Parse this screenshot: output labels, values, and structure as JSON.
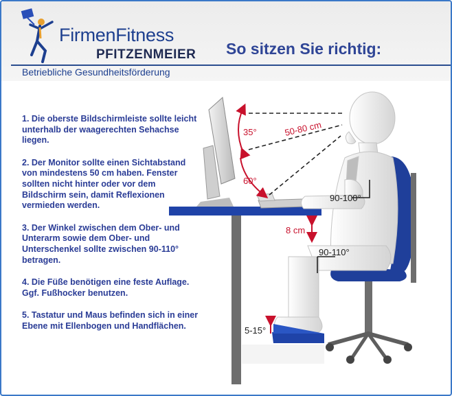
{
  "brand": {
    "name": "FirmenFitness",
    "subname": "PFITZENMEIER",
    "tagline": "Betriebliche Gesundheitsförderung"
  },
  "headline": "So sitzen Sie richtig:",
  "instructions": [
    "1. Die oberste Bildschirmleiste sollte leicht unterhalb der waagerechten Sehachse liegen.",
    "2. Der Monitor sollte einen Sichtabstand von mindestens 50 cm haben. Fenster sollten nicht hinter oder vor dem Bildschirm sein, damit Reflexionen vermieden werden.",
    "3. Der Winkel zwischen dem Ober- und Unterarm sowie dem Ober- und Unterschenkel sollte zwischen 90-110° betragen.",
    "4. Die Füße benötigen eine feste Auflage. Ggf. Fußhocker benutzen.",
    "5. Tastatur und Maus befinden sich in einer Ebene mit Ellenbogen und Handflächen."
  ],
  "annotations": {
    "monitor_tilt": "35°",
    "viewing_distance": "50-80 cm",
    "view_angle": "60°",
    "arm_angle": "90-100°",
    "desk_clearance": "8 cm",
    "leg_angle": "90-110°",
    "footrest_angle": "5-15°"
  },
  "colors": {
    "brand_blue": "#1d3f8f",
    "headline_blue": "#2f4596",
    "text_blue": "#2a3c96",
    "annotation_red": "#c8112c",
    "chair_blue": "#1f3f9a",
    "desk_blue": "#1f43a8",
    "desk_leg_gray": "#6e6e6e"
  }
}
